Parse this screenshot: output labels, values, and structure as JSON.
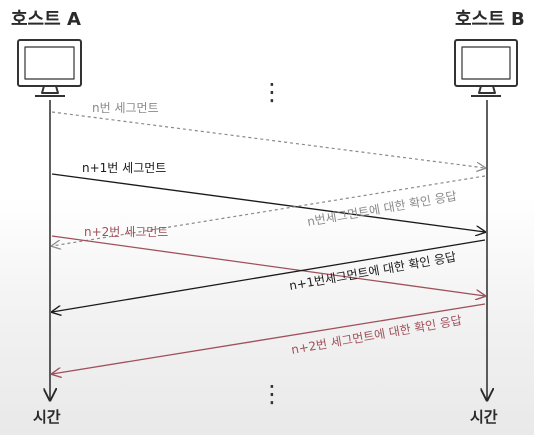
{
  "hosts": {
    "a": {
      "label": "호스트 A",
      "time_label": "시간"
    },
    "b": {
      "label": "호스트 B",
      "time_label": "시간"
    }
  },
  "ellipsis": "⋮",
  "messages": [
    {
      "label": "n번 세그먼트",
      "from": "A",
      "to": "B",
      "style": "dashed",
      "color": "#8a8a8a"
    },
    {
      "label": "n+1번 세그먼트",
      "from": "A",
      "to": "B",
      "style": "solid",
      "color": "#1a1a1a"
    },
    {
      "label": "n번세그먼트에 대한 확인 응답",
      "from": "B",
      "to": "A",
      "style": "dashed",
      "color": "#8a8a8a"
    },
    {
      "label": "n+2번 세그먼트",
      "from": "A",
      "to": "B",
      "style": "solid",
      "color": "#a0505a"
    },
    {
      "label": "n+1번세그먼트에 대한 확인 응답",
      "from": "B",
      "to": "A",
      "style": "solid",
      "color": "#1a1a1a"
    },
    {
      "label": "n+2번 세그먼트에 대한 확인 응답",
      "from": "B",
      "to": "A",
      "style": "solid",
      "color": "#a0505a"
    }
  ]
}
